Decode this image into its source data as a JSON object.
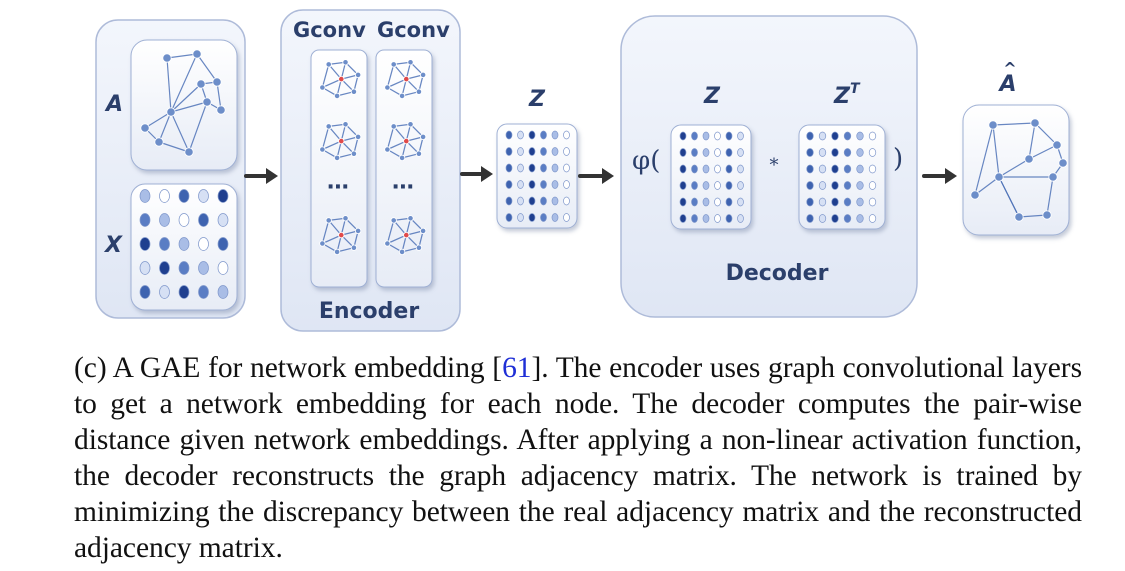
{
  "input": {
    "a_label": "A",
    "x_label": "X"
  },
  "encoder": {
    "gconv_labels": [
      "Gconv",
      "Gconv"
    ],
    "ellipsis": "⋯",
    "title": "Encoder"
  },
  "embedding": {
    "z_label": "Z"
  },
  "decoder": {
    "phi_open": "φ(",
    "z_label": "Z",
    "zt_base": "Z",
    "zt_sup": "T",
    "times": "*",
    "close": ")",
    "title": "Decoder"
  },
  "output": {
    "a_hat_label": "A",
    "a_hat_mark": "^"
  },
  "caption": {
    "before_ref": "(c) A GAE for network embedding [",
    "ref": "61",
    "after_ref": "]. The encoder uses graph convolutional layers to get a network embedding for each node. The decoder computes the pair-wise distance given network embeddings. After applying a non-linear activation function, the decoder reconstructs the graph adjacency matrix. The network is trained by minimizing the discrepancy between the real adjacency matrix and the reconstructed adjacency matrix."
  },
  "colors": {
    "panel_fill": "#e6ebf6",
    "panel_stroke": "#aebbd9",
    "node": "#6d8ec9",
    "edge": "#4f73b8",
    "dot_dark": "#1f3f8f",
    "highlight": "#e04a4a",
    "arrow": "#333333",
    "text": "#2b3f6b"
  }
}
